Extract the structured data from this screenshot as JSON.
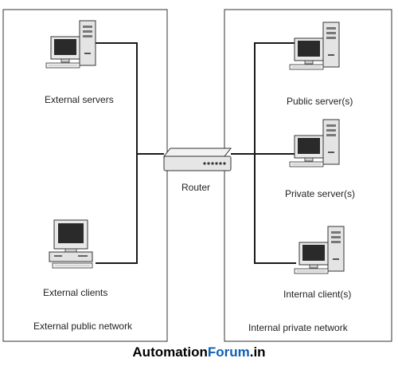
{
  "networks": {
    "external": {
      "label": "External public network"
    },
    "internal": {
      "label": "Internal private network"
    }
  },
  "nodes": {
    "external_servers": "External servers",
    "external_clients": "External clients",
    "router": "Router",
    "public_servers": "Public server(s)",
    "private_servers": "Private server(s)",
    "internal_clients": "Internal client(s)"
  },
  "footer": {
    "part1": "Automation",
    "part2": "Forum",
    "part3": ".in"
  },
  "colors": {
    "accent": "#0f5fb3",
    "line": "#1a1a1a",
    "box_border": "#333333"
  },
  "icons": [
    "server-tower-icon",
    "monitor-icon",
    "keyboard-icon",
    "desktop-unit-icon",
    "router-icon"
  ]
}
